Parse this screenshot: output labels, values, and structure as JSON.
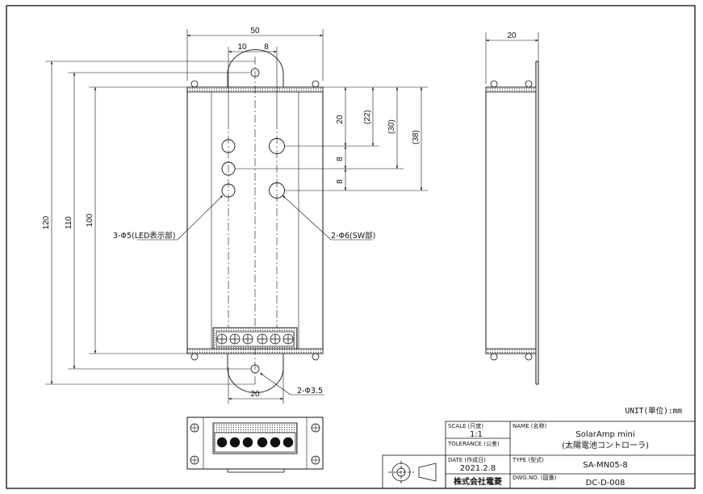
{
  "front_view": {
    "dims": {
      "total_width": "50",
      "hole_offset_a": "10",
      "hole_offset_b": "8",
      "height_120": "120",
      "height_110": "110",
      "height_100": "100",
      "spacing_20": "20",
      "spacing_8a": "8",
      "spacing_8b": "8",
      "ref_22": "(22)",
      "ref_30": "(30)",
      "ref_38": "(38)",
      "bottom_width": "20"
    },
    "callouts": {
      "led_holes": "3-Φ5(LED表示部)",
      "sw_holes": "2-Φ6(SW部)",
      "mount_holes": "2-Φ3.5"
    }
  },
  "side_view": {
    "dims": {
      "depth": "20"
    }
  },
  "unit_note": "UNIT(単位):mm",
  "title_block": {
    "scale_label": "SCALE (尺度)",
    "scale_value": "1:1",
    "tolerance_label": "TOLERANCE (公差)",
    "name_label": "NAME (名称)",
    "name_line1": "SolarAmp mini",
    "name_line2": "(太陽電池コントローラ)",
    "date_label": "DATE (作成日)",
    "date_value": "2021.2.8",
    "type_label": "TYPE (型式)",
    "type_value": "SA-MN05-8",
    "company": "株式会社電菱",
    "dwg_label": "DWG.NO. (図番)",
    "dwg_value": "DC-D-008"
  }
}
